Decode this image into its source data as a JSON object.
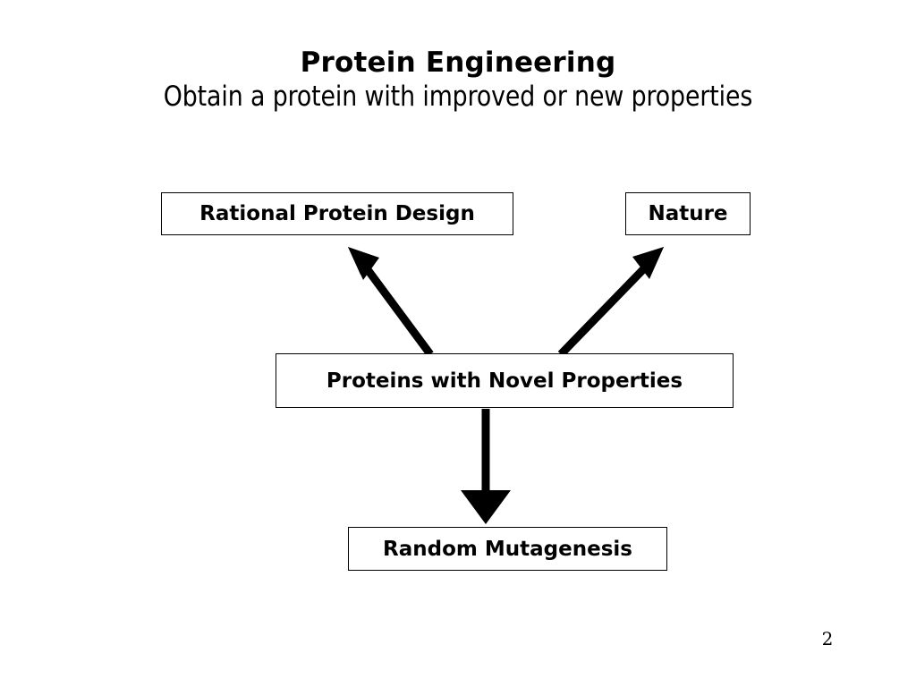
{
  "slide": {
    "background_color": "#ffffff",
    "ink_color": "#000000",
    "page_number": "2"
  },
  "header": {
    "title": "Protein Engineering",
    "subtitle": "Obtain a protein with improved or new properties"
  },
  "diagram": {
    "nodes": [
      {
        "id": "rational-protein-design",
        "label": "Rational Protein Design"
      },
      {
        "id": "nature",
        "label": "Nature"
      },
      {
        "id": "proteins-with-novel-properties",
        "label": "Proteins with Novel Properties"
      },
      {
        "id": "random-mutagenesis",
        "label": "Random Mutagenesis"
      }
    ],
    "edges": [
      {
        "id": "novel-to-rational",
        "from": "proteins-with-novel-properties",
        "to": "rational-protein-design",
        "direction": "up-left"
      },
      {
        "id": "novel-to-nature",
        "from": "proteins-with-novel-properties",
        "to": "nature",
        "direction": "up-right"
      },
      {
        "id": "novel-to-random",
        "from": "proteins-with-novel-properties",
        "to": "random-mutagenesis",
        "direction": "down"
      }
    ]
  }
}
